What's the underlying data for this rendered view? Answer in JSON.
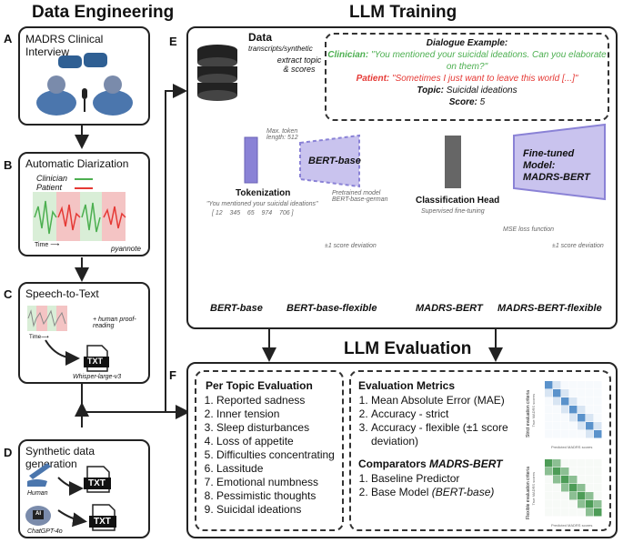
{
  "titles": {
    "engineering": "Data Engineering",
    "training": "LLM Training",
    "evaluation": "LLM Evaluation"
  },
  "letters": {
    "a": "A",
    "b": "B",
    "c": "C",
    "d": "D",
    "e": "E",
    "f": "F"
  },
  "panel_a": {
    "title": "MADRS Clinical Interview"
  },
  "panel_b": {
    "title": "Automatic Diarization",
    "legend_clinician": "Clinician",
    "legend_patient": "Patient",
    "time": "Time ⟶",
    "tool": "pyannote",
    "colors": {
      "clinician": "#4caf50",
      "patient": "#e53935"
    }
  },
  "panel_c": {
    "title": "Speech-to-Text",
    "time": "Time⟶",
    "note": "+ human proof-reading",
    "file": "TXT",
    "tool": "Whisper-large-v3"
  },
  "panel_d": {
    "title": "Synthetic data generation",
    "human": "Human",
    "chatgpt": "ChatGPT-4o",
    "ai": "AI",
    "file1": "TXT",
    "file2": "TXT"
  },
  "training": {
    "data_title": "Data",
    "data_sub": "transcripts/synthetic",
    "extract": "extract topic & scores",
    "dialogue": {
      "header": "Dialogue Example:",
      "clinician_label": "Clinician:",
      "clinician_text": "\"You mentioned your suicidal ideations. Can you elaborate on them?\"",
      "patient_label": "Patient:",
      "patient_text": "\"Sometimes I just want to leave this world [...]\"",
      "topic_label": "Topic:",
      "topic_value": "Suicidal ideations",
      "score_label": "Score:",
      "score_value": "5"
    },
    "token_len": "Max. token length: 512",
    "tokenization": "Tokenization",
    "token_example": "\"You mentioned your suicidal ideations\"",
    "token_ids": "[ 12    345    65    974    706 ]",
    "bert_base": "BERT-base",
    "pretrained": "Pretrained model BERT-base-german",
    "deviation1": "±1 score deviation",
    "model1": "BERT-base",
    "model2": "BERT-base-flexible",
    "class_head": "Classification Head",
    "supervised": "Supervised fine-tuning",
    "finetuned": "Fine-tuned Model: MADRS-BERT",
    "mse": "MSE loss function",
    "deviation2": "±1 score deviation",
    "model3": "MADRS-BERT",
    "model4": "MADRS-BERT-flexible",
    "colors": {
      "purple": "#8a82d6",
      "gray": "#666666"
    }
  },
  "evaluation": {
    "per_topic_title": "Per Topic Evaluation",
    "topics": [
      "Reported sadness",
      "Inner tension",
      "Sleep disturbances",
      "Loss of appetite",
      "Difficulties concentrating",
      "Lassitude",
      "Emotional numbness",
      "Pessimistic thoughts",
      "Suicidal ideations"
    ],
    "metrics_title": "Evaluation Metrics",
    "metrics": [
      "Mean Absolute Error (MAE)",
      "Accuracy - strict",
      "Accuracy - flexible (±1 score deviation)"
    ],
    "comparators_title_prefix": "Comparators ",
    "comparators_title_model": "MADRS-BERT",
    "comparator1": "Baseline Predictor",
    "comparator2_prefix": "Base Model ",
    "comparator2_model": "(BERT-base)",
    "heat1": {
      "ylabel": "Strict evaluation criteria",
      "inner_y": "True MADRS scores",
      "xlabel": "Predicted MADRS scores",
      "color": "#3d7fc2"
    },
    "heat2": {
      "ylabel": "Flexible evaluation criteria",
      "inner_y": "True MADRS scores",
      "xlabel": "Predicted MADRS scores",
      "color": "#2e8b3a"
    }
  }
}
